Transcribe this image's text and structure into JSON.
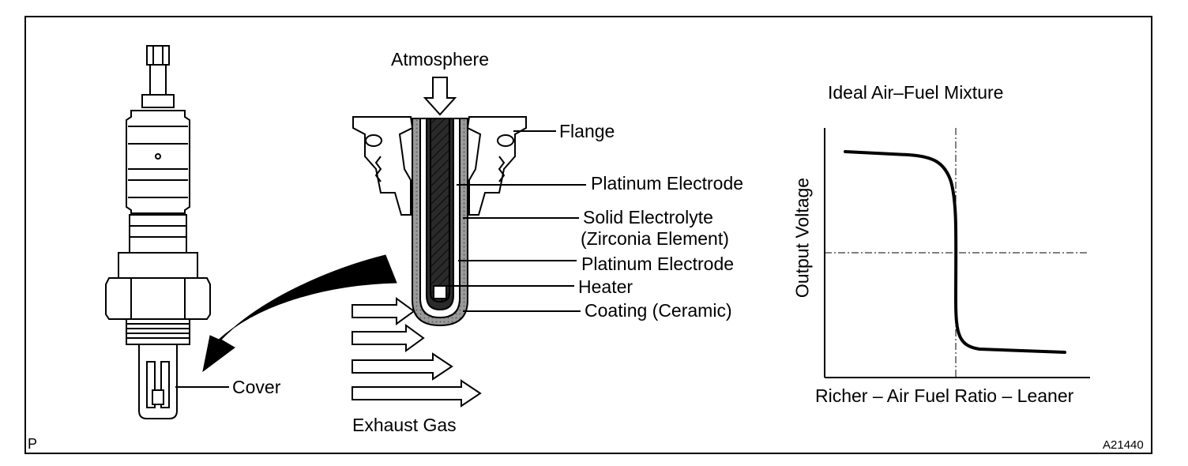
{
  "diagram": {
    "labels": {
      "atmosphere": "Atmosphere",
      "flange": "Flange",
      "platinum_electrode_outer": "Platinum Electrode",
      "solid_electrolyte_line1": "Solid Electrolyte",
      "solid_electrolyte_line2": "(Zirconia Element)",
      "platinum_electrode_inner": "Platinum Electrode",
      "heater": "Heater",
      "coating": "Coating (Ceramic)",
      "cover": "Cover",
      "exhaust_gas": "Exhaust Gas"
    },
    "corner_left": "P",
    "corner_right": "A21440"
  },
  "chart": {
    "title": "Ideal Air–Fuel Mixture",
    "ylabel": "Output Voltage",
    "xlabel": "Richer – Air Fuel Ratio – Leaner"
  },
  "chart_data": {
    "type": "line",
    "title": "Ideal Air–Fuel Mixture",
    "xlabel": "Richer – Air Fuel Ratio – Leaner",
    "ylabel": "Output Voltage",
    "note": "qualitative curve: high voltage when rich, sharp drop at ideal ratio, low voltage when lean",
    "series": [
      {
        "values": [
          0.88,
          0.87,
          0.86,
          0.84,
          0.78,
          0.5,
          0.22,
          0.16,
          0.15,
          0.14
        ]
      }
    ],
    "reference_lines": {
      "vertical_at_ideal": true,
      "horizontal_mid": true
    }
  }
}
